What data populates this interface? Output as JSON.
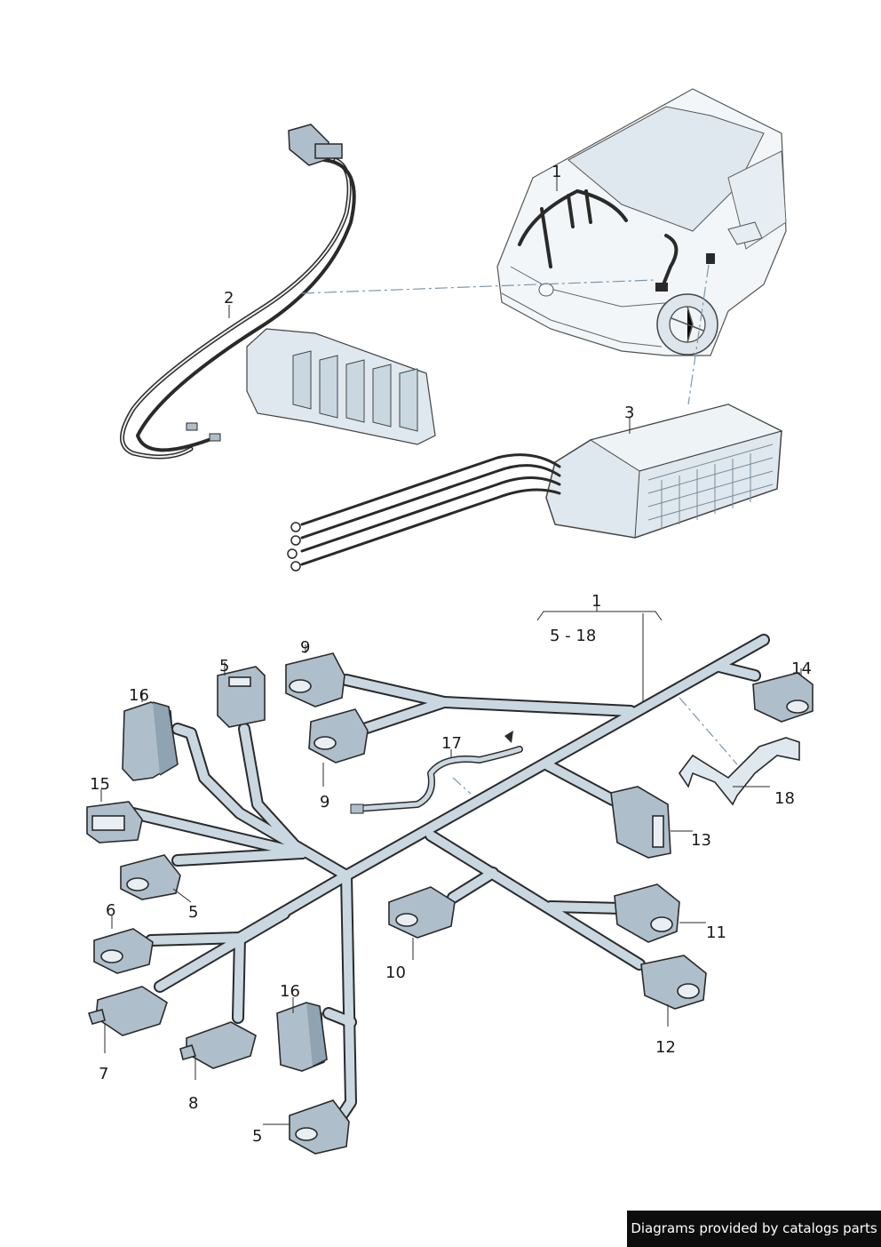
{
  "callouts": {
    "c1_top": "1",
    "c2": "2",
    "c3": "3",
    "c1_harness": "1",
    "c_range": "5 - 18",
    "c5_a": "5",
    "c9_a": "9",
    "c16_a": "16",
    "c14": "14",
    "c17": "17",
    "c9_b": "9",
    "c15": "15",
    "c18": "18",
    "c13": "13",
    "c5_b": "5",
    "c6": "6",
    "c11": "11",
    "c10": "10",
    "c16_b": "16",
    "c7": "7",
    "c8": "8",
    "c12": "12",
    "c5_c": "5"
  },
  "colors": {
    "harness_fill": "#c9d7e0",
    "harness_outline": "#2a2a2a",
    "connector_fill": "#aebfcb",
    "car_fill": "#f2f6f8",
    "leader_dash": "#7d97ad"
  },
  "footer": {
    "credit": "Diagrams provided by catalogs parts"
  }
}
